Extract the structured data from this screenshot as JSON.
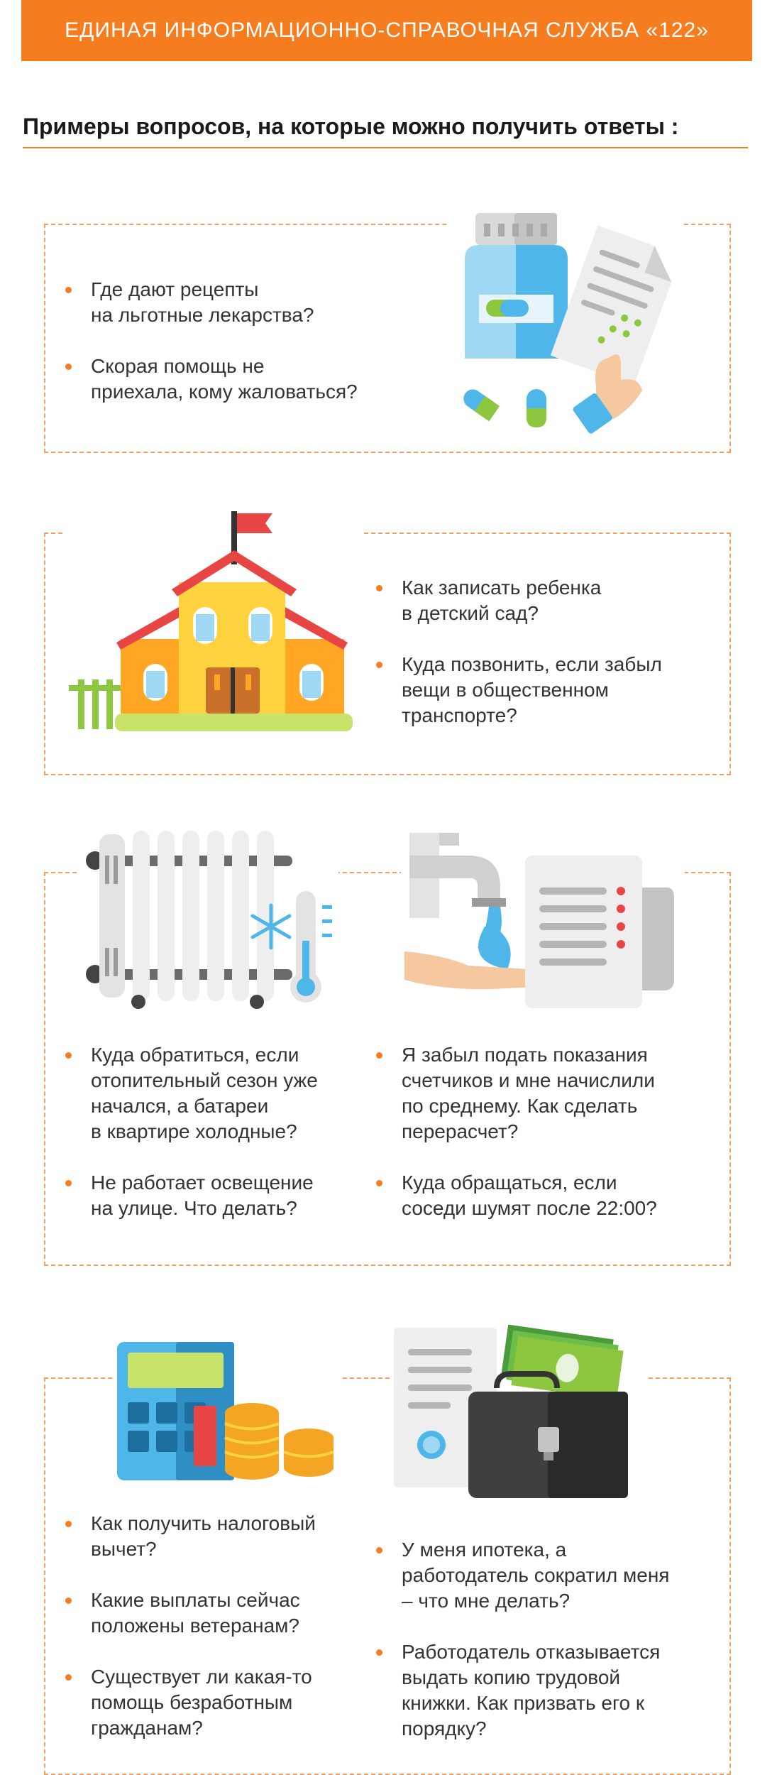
{
  "header": {
    "title": "ЕДИНАЯ ИНФОРМАЦИОННО-СПРАВОЧНАЯ СЛУЖБА «122»"
  },
  "subtitle": "Примеры вопросов, на которые можно получить ответы :",
  "sections": {
    "health": {
      "questions": [
        "Где дают рецепты\nна льготные лекарства?",
        "Скорая помощь не\nприехала, кому жаловаться?"
      ]
    },
    "kindergarten": {
      "questions": [
        "Как записать ребенка\nв детский сад?",
        "Куда позвонить, если забыл\nвещи в общественном\nтранспорте?"
      ]
    },
    "utilities_left": {
      "questions": [
        "Куда обратиться, если\nотопительный сезон уже\nначался, а батареи\nв квартире холодные?",
        "Не работает освещение\nна улице. Что делать?"
      ]
    },
    "utilities_right": {
      "questions": [
        "Я забыл подать показания\nсчетчиков и мне начислили\nпо среднему. Как сделать\nперерасчет?",
        "Куда обращаться, если\nсоседи шумят после 22:00?"
      ]
    },
    "social_left": {
      "questions": [
        "Как получить налоговый\nвычет?",
        "Какие выплаты сейчас\nположены ветеранам?",
        "Существует ли какая-то\nпомощь безработным\nгражданам?"
      ]
    },
    "social_right": {
      "questions": [
        "У меня ипотека, а\nработодатель сократил меня\n– что мне делать?",
        "Работодатель отказывается\nвыдать копию трудовой\nкнижки. Как призвать его к\nпорядку?"
      ]
    }
  },
  "icons": {
    "medicine": "medicine-bottle-prescription-icon",
    "school": "kindergarten-building-icon",
    "radiator": "radiator-thermometer-icon",
    "faucet": "faucet-water-bill-icon",
    "calculator": "calculator-coins-icon",
    "briefcase": "briefcase-money-documents-icon"
  },
  "colors": {
    "accent": "#f57c1f",
    "dashed": "#f5a05e",
    "text": "#333333"
  }
}
